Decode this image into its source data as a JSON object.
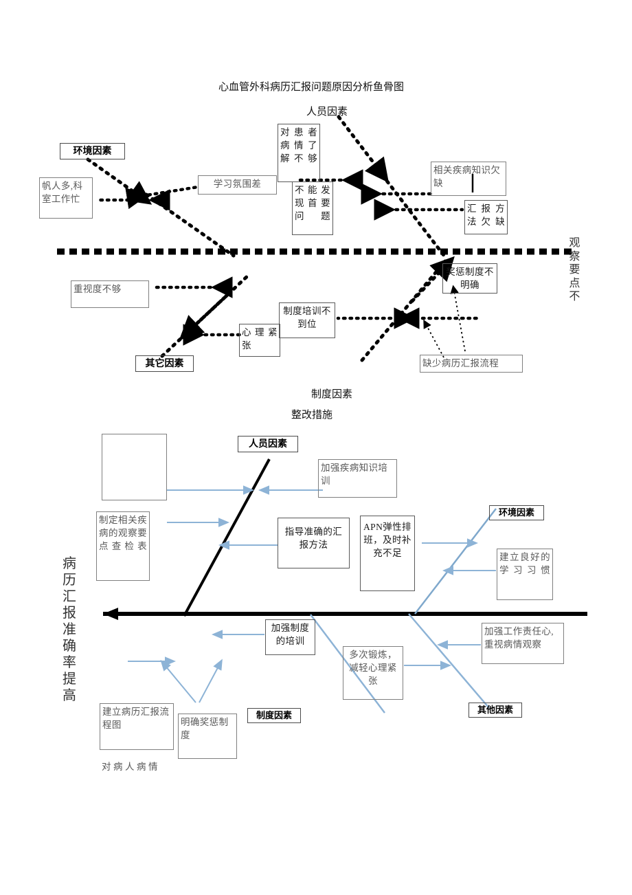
{
  "document": {
    "top_title": "心血管外科病历汇报问题原因分析鱼骨图",
    "bottom_title": "整改措施"
  },
  "colors": {
    "bone_black": "#000000",
    "arrow_blue": "#8db3d6",
    "spine_blue": "#9fc0dd",
    "box_border": "#7f7f7f",
    "text_gray": "#595959"
  },
  "top_diagram": {
    "category_labels": {
      "environment": "环境因素",
      "personnel": "人员因素",
      "other": "其它因素",
      "system": "制度因素"
    },
    "effect_vertical": "观察要点不",
    "causes": [
      {
        "id": "cause-staff-busy",
        "text": "帆人多,科室工作忙"
      },
      {
        "id": "cause-learning-atmosphere",
        "text": "学习氛围差"
      },
      {
        "id": "cause-patient-understanding",
        "text": "对患者病情了解不够"
      },
      {
        "id": "cause-cannot-find-key-problem",
        "text": "不能发现首要问题"
      },
      {
        "id": "cause-disease-knowledge-lack",
        "text": "相关疾病知识欠缺"
      },
      {
        "id": "cause-report-method-lack",
        "text": "汇报方法欠缺"
      },
      {
        "id": "cause-low-attention",
        "text": "重视度不够"
      },
      {
        "id": "cause-psych-stress",
        "text": "心理紧张"
      },
      {
        "id": "cause-training-insufficient",
        "text": "制度培训不到位"
      },
      {
        "id": "cause-reward-unclear",
        "text": "奖惩制度不明确"
      },
      {
        "id": "cause-no-report-flow",
        "text": "缺少病历汇报流程"
      }
    ]
  },
  "bottom_diagram": {
    "category_labels": {
      "personnel": "人员因素",
      "environment": "环境因素",
      "system": "制度因素",
      "other": "其他因素"
    },
    "effect_vertical": "病历汇报准确率提高",
    "measures": [
      {
        "id": "measure-empty",
        "text": ""
      },
      {
        "id": "measure-disease-checklist",
        "text": "制定相关疾病的观察要点查检表"
      },
      {
        "id": "measure-disease-training",
        "text": "加强疾病知识培训"
      },
      {
        "id": "measure-guide-report-method",
        "text": "指导准确的汇报方法"
      },
      {
        "id": "measure-apn-scheduling",
        "text": "APN弹性排班，及时补充不足"
      },
      {
        "id": "measure-good-study-habits",
        "text": "建立良好的学习习惯"
      },
      {
        "id": "measure-system-training",
        "text": "加强制度的培训"
      },
      {
        "id": "measure-work-responsibility",
        "text": "加强工作责任心,重视病情观察"
      },
      {
        "id": "measure-exercise-reduce-stress",
        "text": "多次锻炼，减轻心理紧张"
      },
      {
        "id": "measure-report-flowchart",
        "text": "建立病历汇报流程图"
      },
      {
        "id": "measure-clarify-reward",
        "text": "明确奖惩制度"
      },
      {
        "id": "measure-patient-condition",
        "text": "对病人病情"
      }
    ]
  }
}
